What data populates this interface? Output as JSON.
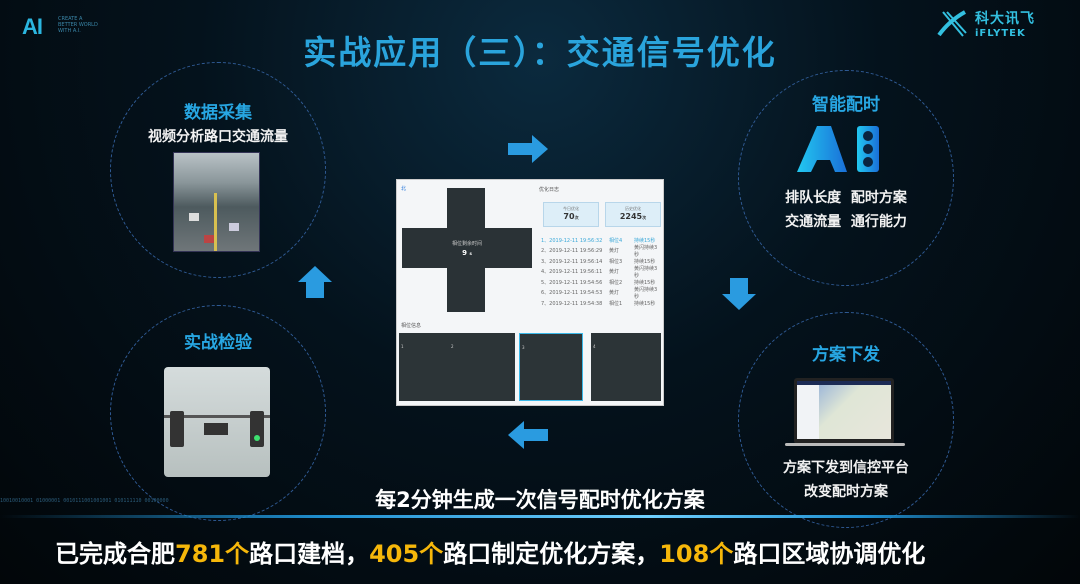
{
  "header": {
    "logo_left": "AI",
    "logo_tagline": [
      "CREATE A",
      "BETTER WORLD",
      "WITH A.I."
    ],
    "logo_right_cn": "科大讯飞",
    "logo_right_en": "iFLYTEK",
    "title": "实战应用（三）：交通信号优化"
  },
  "steps": {
    "collect": {
      "title": "数据采集",
      "text": "视频分析路口交通流量",
      "image": "traffic-road-photo"
    },
    "timing": {
      "title": "智能配时",
      "lines": [
        "排队长度  配时方案",
        "交通流量  通行能力"
      ],
      "icon": "ai-traffic-light-icon"
    },
    "deploy": {
      "title": "方案下发",
      "lines": [
        "方案下发到信控平台",
        "改变配时方案"
      ],
      "image": "laptop-map-screenshot"
    },
    "verify": {
      "title": "实战检验",
      "image": "traffic-lights-photo"
    }
  },
  "screenshot": {
    "north_label": "北",
    "center_label": "相位剩余时间",
    "center_value": "9",
    "center_unit": "s",
    "panel_title": "优化日志",
    "stats": [
      {
        "label": "今日优化",
        "value": "70",
        "unit": "次"
      },
      {
        "label": "历史优化",
        "value": "2245",
        "unit": "次"
      }
    ],
    "rows": [
      [
        "1、2019-12-11 19:56:32",
        "相位4",
        "持续15秒"
      ],
      [
        "2、2019-12-11 19:56:29",
        "黄灯",
        "黄闪持续3秒"
      ],
      [
        "3、2019-12-11 19:56:14",
        "相位3",
        "持续15秒"
      ],
      [
        "4、2019-12-11 19:56:11",
        "黄灯",
        "黄闪持续3秒"
      ],
      [
        "5、2019-12-11 19:54:56",
        "相位2",
        "持续15秒"
      ],
      [
        "6、2019-12-11 19:54:53",
        "黄灯",
        "黄闪持续3秒"
      ],
      [
        "7、2019-12-11 19:54:38",
        "相位1",
        "持续15秒"
      ]
    ],
    "phase_title": "相位信息",
    "phases": [
      "1",
      "2",
      "3",
      "4"
    ]
  },
  "footer": {
    "line1": "每2分钟生成一次信号配时优化方案",
    "line2_parts": [
      "已完成合肥",
      "781个",
      "路口建档，",
      "405个",
      "路口制定优化方案，",
      "108个",
      "路口区域协调优化"
    ],
    "binary": "10010010001    01000001 0010111001001001 010111110 00100000"
  },
  "colors": {
    "title": "#2aa4dc",
    "highlight": "#f6b70a",
    "arrow": "#2a9be0"
  }
}
